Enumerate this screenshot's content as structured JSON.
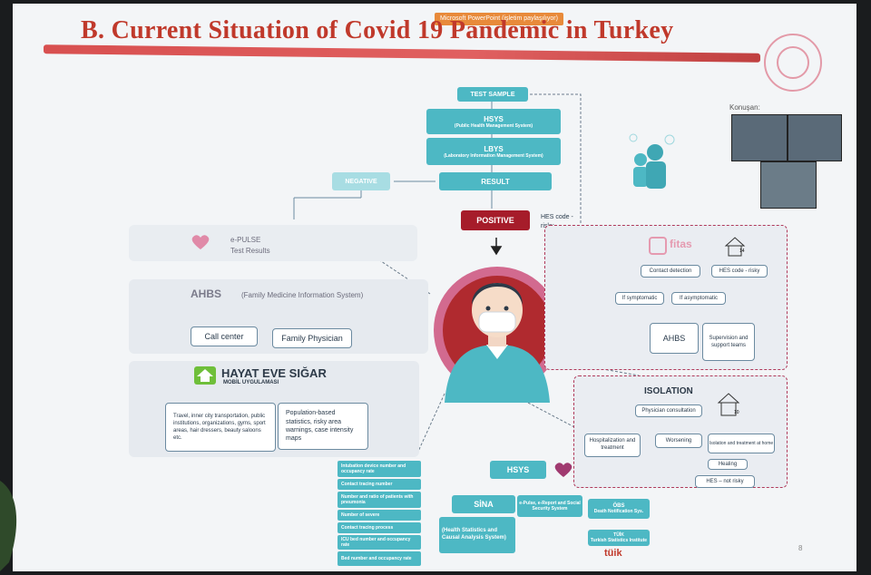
{
  "ppt_bar": "Microsoft PowerPoint (işletim paylaşılıyor)",
  "slide_title": "B. Current Situation of Covid 19 Pandemic in Turkey",
  "zoom_label": "Konuşan:",
  "flow": {
    "test_sample": "TEST SAMPLE",
    "hsys_title": "HSYS",
    "hsys_sub": "(Public Health Management System)",
    "lbys_title": "LBYS",
    "lbys_sub": "(Laboratory Information Management System)",
    "result": "RESULT",
    "negative": "NEGATIVE",
    "positive": "POSITIVE",
    "hes_risky": "HES code - risky"
  },
  "epulse": {
    "line1": "e-PULSE",
    "line2": "Test Results"
  },
  "ahbs": {
    "title": "AHBS",
    "subtitle": "(Family Medicine Information System)",
    "call_center": "Call center",
    "family_physician": "Family Physician"
  },
  "hayat": {
    "title": "HAYAT EVE SIĞAR",
    "subtitle": "MOBİL UYGULAMASI",
    "left_text": "Travel, inner city transportation, public institutions, organizations, gyms, sport areas, hair dressers, beauty saloons etc.",
    "right_text": "Population-based statistics, risky area warnings, case intensity maps"
  },
  "fitas": {
    "logo": "fitas",
    "contact_detection": "Contact detection",
    "hes_risk": "HES code - risky",
    "if_symptomatic": "If symptomatic",
    "if_asymptomatic": "If asymptomatic",
    "ahbs": "AHBS",
    "supervision": "Supervision and support teams",
    "day14": "14"
  },
  "isolation": {
    "title": "ISOLATION",
    "physician": "Physician consultation",
    "hospitalization": "Hospitalization and treatment",
    "worsening": "Worsening",
    "isolation_home": "Isolation and treatment at home",
    "healing": "Healing",
    "hes_not_risky": "HES – not risky",
    "day10": "10"
  },
  "hsys_bottom": {
    "title": "HSYS",
    "sina_title": "SİNA",
    "sina_sub": "(Health Statistics and Causal Analysis System)",
    "epulse_ereport": "e-Pulse, e-Report and Social Security System",
    "obs_title": "ÖBS",
    "obs_sub": "Death Notification Sys.",
    "tuik_title": "TÜİK",
    "tuik_sub": "Turkish Statistics Institute",
    "tuik_logo": "tüik"
  },
  "sidebar_items": [
    "Intubation device number and occupancy rate",
    "Contact tracing number",
    "Number and ratio of patients with pneumonia",
    "Number of severe",
    "Contact tracing process",
    "ICU bed number and occupancy rate",
    "Bed number and occupancy rate"
  ],
  "page_number": "8"
}
